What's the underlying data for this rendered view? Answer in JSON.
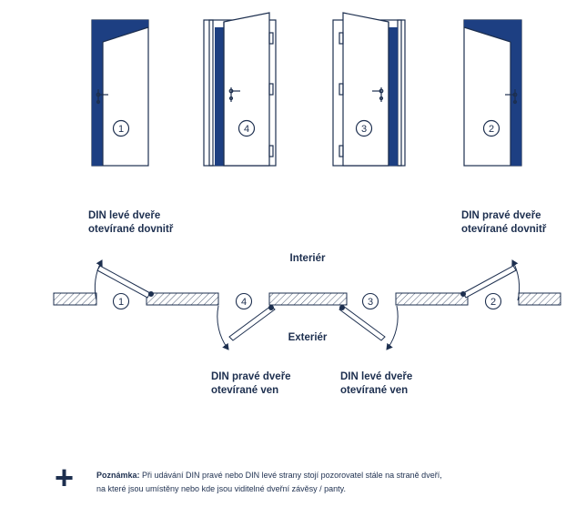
{
  "doors": [
    {
      "number": "1"
    },
    {
      "number": "4"
    },
    {
      "number": "3"
    },
    {
      "number": "2"
    }
  ],
  "labels": {
    "din_left_in": [
      "DIN levé dveře",
      "otevírané dovnitř"
    ],
    "din_right_in": [
      "DIN pravé dveře",
      "otevírané dovnitř"
    ],
    "din_right_out": [
      "DIN pravé dveře",
      "otevírané ven"
    ],
    "din_left_out": [
      "DIN levé dveře",
      "otevírané ven"
    ],
    "interior": "Interiér",
    "exterior": "Exteriér"
  },
  "note": {
    "icon": "plus-icon",
    "title": "Poznámka:",
    "text": "Při udávání DIN pravé nebo DIN levé strany stojí pozorovatel stále na straně dveří, na které jsou umístěny nebo kde jsou viditelné dveřní závěsy / panty."
  },
  "colors": {
    "line": "#1d2f4f",
    "fill": "#1d3f82"
  }
}
